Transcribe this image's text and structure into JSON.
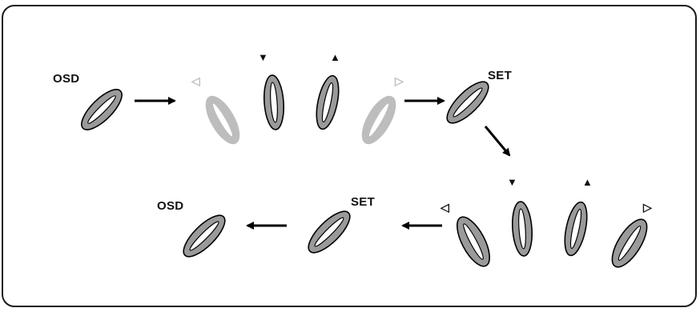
{
  "diagram": {
    "colors": {
      "border": "#1a1a1a",
      "button_active": "#9a9a9a",
      "button_inactive": "#bdbdbd",
      "arrow": "#000000"
    },
    "labels": {
      "osd_start": "OSD",
      "set_top": "SET",
      "set_bottom": "SET",
      "osd_end": "OSD"
    },
    "glyphs": {
      "left_open": "◁",
      "down": "▼",
      "up": "▲",
      "right_open": "▷"
    },
    "sequence": [
      {
        "step": "OSD",
        "state": "active"
      },
      {
        "step": "left",
        "state": "inactive"
      },
      {
        "step": "down",
        "state": "active"
      },
      {
        "step": "up",
        "state": "active"
      },
      {
        "step": "right",
        "state": "inactive"
      },
      {
        "step": "SET",
        "state": "active"
      },
      {
        "step": "left",
        "state": "active"
      },
      {
        "step": "down",
        "state": "active"
      },
      {
        "step": "up",
        "state": "active"
      },
      {
        "step": "right",
        "state": "active"
      },
      {
        "step": "SET",
        "state": "active"
      },
      {
        "step": "OSD",
        "state": "active"
      }
    ]
  }
}
